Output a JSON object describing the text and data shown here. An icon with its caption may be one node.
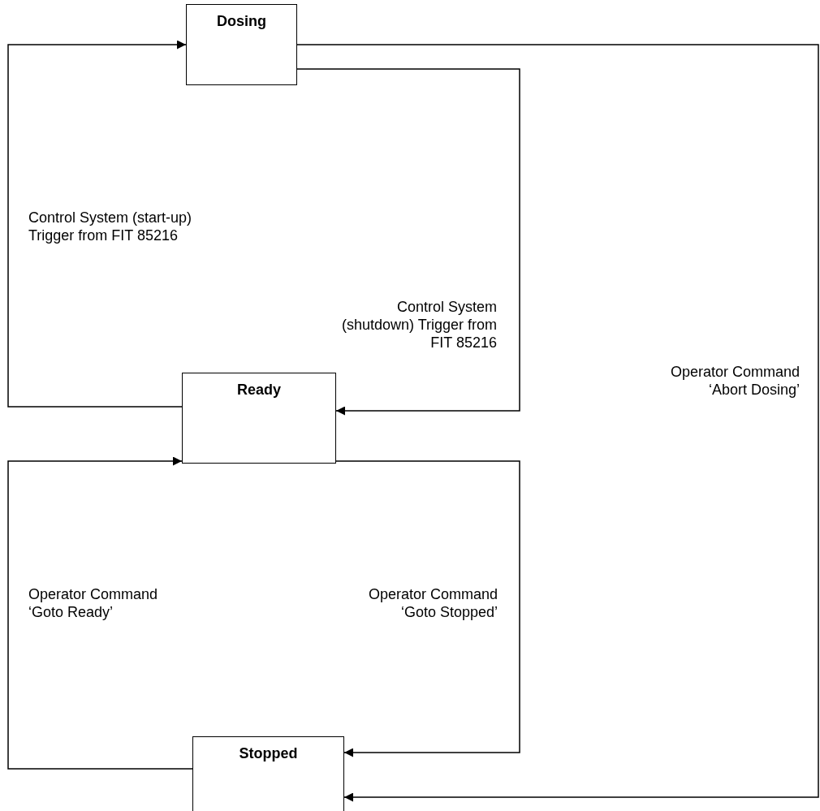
{
  "diagram": {
    "nodes": [
      {
        "text": [
          "Dosing"
        ]
      },
      {
        "text": [
          "Ready"
        ]
      },
      {
        "text": [
          "Stopped"
        ]
      }
    ],
    "edges": [
      {
        "from": 1,
        "to": 0,
        "arrow": "to",
        "label": "Control System (start-up) Trigger from FIT 85216"
      },
      {
        "from": 0,
        "to": 1,
        "arrow": "to",
        "label": "Control System (shutdown) Trigger from FIT 85216"
      },
      {
        "from": 2,
        "to": 1,
        "arrow": "to",
        "label": "Operator Command ‘Goto Ready’"
      },
      {
        "from": 1,
        "to": 2,
        "arrow": "to",
        "label": "Operator Command ‘Goto Stopped’"
      },
      {
        "from": 0,
        "to": 2,
        "arrow": "to",
        "label": "Operator Command ‘Abort Dosing’"
      }
    ]
  }
}
